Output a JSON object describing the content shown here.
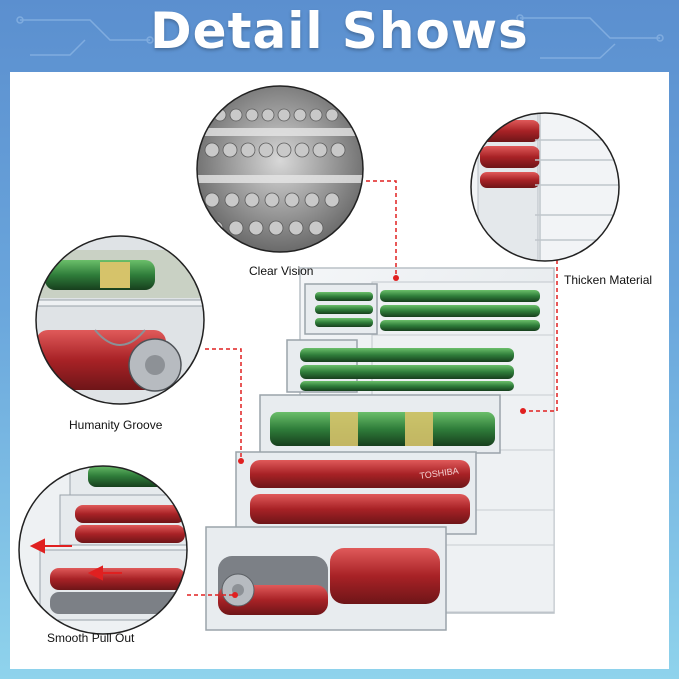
{
  "header": {
    "title": "Detail Shows"
  },
  "callouts": [
    {
      "label": "Clear Vision"
    },
    {
      "label": "Thicken Material"
    },
    {
      "label": "Humanity Groove"
    },
    {
      "label": "Smooth Pull Out"
    }
  ],
  "battery_brand": "TOSHIBA",
  "colors": {
    "banner": "#5b8fcf",
    "accent_line": "#e02020",
    "battery_red": "#b3262a",
    "battery_green": "#2f7d3a"
  }
}
